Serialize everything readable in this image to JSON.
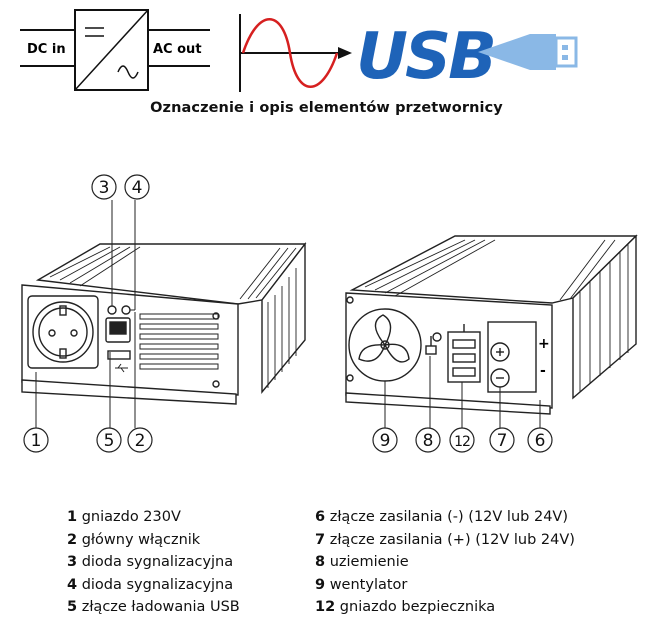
{
  "symbols": {
    "input_label": "DC in",
    "output_label": "AC out",
    "usb_logo_text": "USB"
  },
  "title": "Oznaczenie i opis elementów przetwornicy",
  "callouts": {
    "c1": "1",
    "c2": "2",
    "c3": "3",
    "c4": "4",
    "c5": "5",
    "c6": "6",
    "c7": "7",
    "c8": "8",
    "c9": "9",
    "c12": "12"
  },
  "terminal_signs": {
    "plus": "+",
    "minus": "-"
  },
  "legend": {
    "left": [
      {
        "number": "1",
        "text": "gniazdo 230V"
      },
      {
        "number": "2",
        "text": "główny włącznik"
      },
      {
        "number": "3",
        "text": "dioda sygnalizacyjna"
      },
      {
        "number": "4",
        "text": "dioda sygnalizacyjna"
      },
      {
        "number": "5",
        "text": "złącze ładowania USB"
      }
    ],
    "right": [
      {
        "number": "6",
        "text": "złącze zasilania (-) (12V lub 24V)"
      },
      {
        "number": "7",
        "text": "złącze zasilania (+) (12V lub 24V)"
      },
      {
        "number": "8",
        "text": "uziemienie"
      },
      {
        "number": "9",
        "text": "wentylator"
      },
      {
        "number": "12",
        "text": "gniazdo bezpiecznika"
      }
    ]
  },
  "colors": {
    "usb_blue": "#1e63b8",
    "usb_light": "#8ab8e6",
    "sine_red": "#d62020",
    "line": "#222222"
  }
}
